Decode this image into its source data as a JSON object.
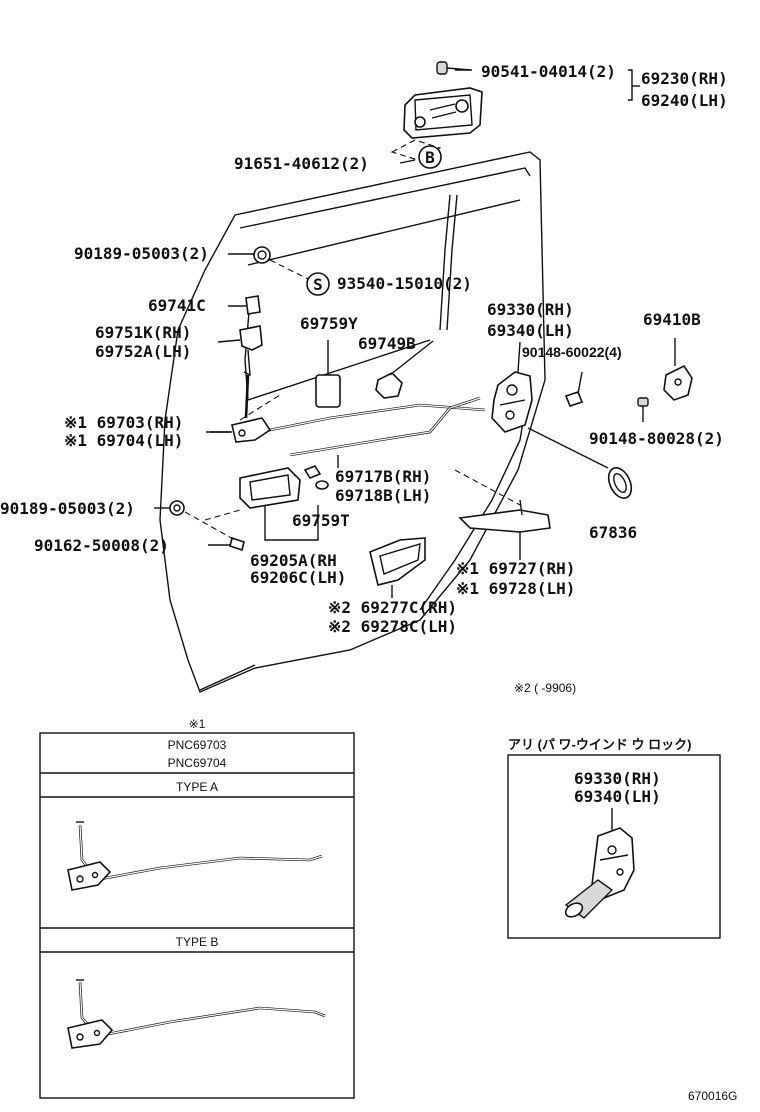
{
  "parts": {
    "p_90541": "90541-04014(2)",
    "p_69230": "69230(RH)",
    "p_69240": "69240(LH)",
    "p_91651": "91651-40612(2)",
    "marker_b": "B",
    "p_90189_top": "90189-05003(2)",
    "marker_s": "S",
    "p_93540": "93540-15010(2)",
    "p_69741": "69741C",
    "p_69751": "69751K(RH)",
    "p_69752": "69752A(LH)",
    "p_69759y": "69759Y",
    "p_69749": "69749B",
    "p_69330": "69330(RH)",
    "p_69340": "69340(LH)",
    "p_69410": "69410B",
    "p_90148_60022": "90148-60022(4)",
    "p_69703": "※1 69703(RH)",
    "p_69704": "※1 69704(LH)",
    "p_90148_80028": "90148-80028(2)",
    "p_69717": "69717B(RH)",
    "p_69718": "69718B(LH)",
    "p_90189_bot": "90189-05003(2)",
    "p_67836": "67836",
    "p_69759t": "69759T",
    "p_90162": "90162-50008(2)",
    "p_69205": "69205A(RH",
    "p_69206": "69206C(LH)",
    "p_69727": "※1 69727(RH)",
    "p_69728": "※1 69728(LH)",
    "p_69277": "※2 69277C(RH)",
    "p_69278": "※2 69278C(LH)"
  },
  "note": "※2 (   -9906)",
  "table": {
    "mark": "※1",
    "pnc1": "PNC69703",
    "pnc2": "PNC69704",
    "type_a": "TYPE A",
    "type_b": "TYPE B"
  },
  "inset": {
    "title": "アリ (パ ワ-ウインド ウ  ロック)",
    "p_69330": "69330(RH)",
    "p_69340": "69340(LH)"
  },
  "figure_code": "670016G"
}
